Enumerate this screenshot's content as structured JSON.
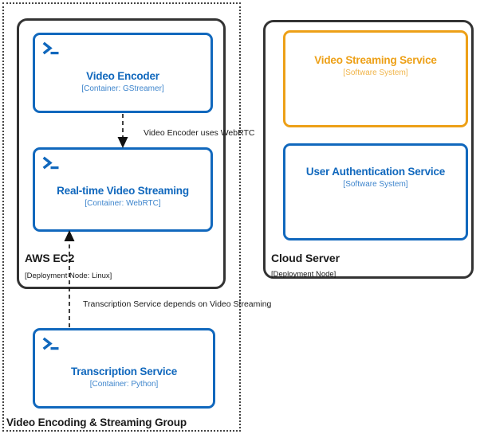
{
  "diagram": {
    "type": "c4-deployment-diagram",
    "background": "#ffffff",
    "colors": {
      "container_blue": "#1168bd",
      "container_tech_blue": "#3e85cc",
      "system_orange": "#eda017",
      "system_tech_orange": "#f0b449",
      "node_border": "#333333",
      "group_border": "#444444",
      "text_dark": "#1a1a1a"
    }
  },
  "group": {
    "label": "Video Encoding & Streaming Group"
  },
  "nodes": [
    {
      "id": "aws-ec2",
      "title": "AWS EC2",
      "subtitle": "[Deployment Node: Linux]"
    },
    {
      "id": "cloud-server",
      "title": "Cloud Server",
      "subtitle": "[Deployment Node]"
    }
  ],
  "elements": [
    {
      "id": "video-encoder",
      "name": "Video Encoder",
      "tech": "[Container: GStreamer]",
      "style": "container",
      "icon": "terminal-icon"
    },
    {
      "id": "realtime-video-streaming",
      "name": "Real-time Video Streaming",
      "tech": "[Container: WebRTC]",
      "style": "container",
      "icon": "terminal-icon"
    },
    {
      "id": "transcription-service",
      "name": "Transcription Service",
      "tech": "[Container: Python]",
      "style": "container",
      "icon": "terminal-icon"
    },
    {
      "id": "video-streaming-service",
      "name": "Video Streaming Service",
      "tech": "[Software System]",
      "style": "system",
      "icon": "none"
    },
    {
      "id": "user-authentication-service",
      "name": "User Authentication Service",
      "tech": "[Software System]",
      "style": "system",
      "icon": "none"
    }
  ],
  "relationships": [
    {
      "id": "rel-encoder-webrtc",
      "label": "Video Encoder uses WebRTC",
      "from": "video-encoder",
      "to": "realtime-video-streaming"
    },
    {
      "id": "rel-transcription-streaming",
      "label": "Transcription Service depends on Video Streaming",
      "from": "transcription-service",
      "to": "realtime-video-streaming"
    }
  ]
}
